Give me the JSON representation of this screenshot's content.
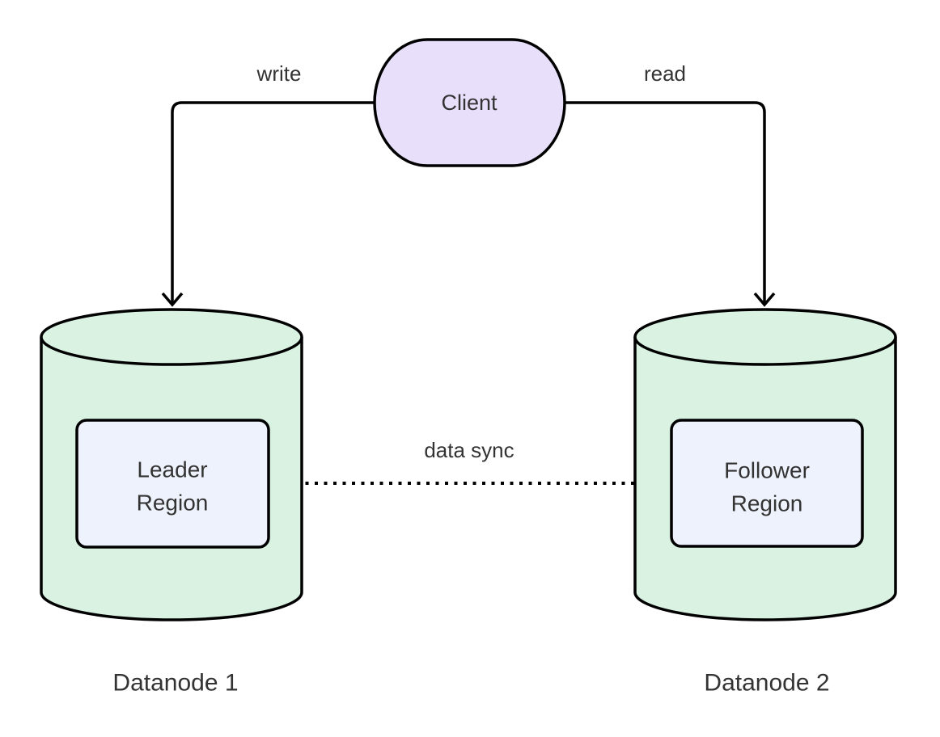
{
  "diagram": {
    "background": "#ffffff",
    "stroke_color": "#000000",
    "text_color": "#333333",
    "nodes": {
      "client": {
        "label": "Client",
        "shape": "stadium",
        "fill": "#e8e0fb"
      },
      "datanode1": {
        "caption": "Datanode 1",
        "shape": "cylinder",
        "fill": "#d9f2e2",
        "region": {
          "label_line1": "Leader",
          "label_line2": "Region",
          "fill": "#eef2fc"
        }
      },
      "datanode2": {
        "caption": "Datanode 2",
        "shape": "cylinder",
        "fill": "#d9f2e2",
        "region": {
          "label_line1": "Follower",
          "label_line2": "Region",
          "fill": "#eef2fc"
        }
      }
    },
    "edges": [
      {
        "label": "write",
        "from": "Client",
        "to": "Datanode 1",
        "style": "solid",
        "arrowhead": "open-vee"
      },
      {
        "label": "read",
        "from": "Client",
        "to": "Datanode 2",
        "style": "solid",
        "arrowhead": "open-vee"
      },
      {
        "label": "data sync",
        "from": "Leader Region",
        "to": "Follower Region",
        "style": "dotted",
        "arrowhead": "open-vee"
      }
    ]
  }
}
